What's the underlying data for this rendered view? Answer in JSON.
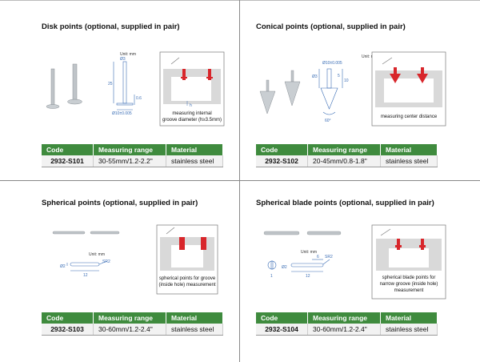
{
  "table_headers": {
    "code": "Code",
    "range": "Measuring range",
    "material": "Material"
  },
  "disk": {
    "title": "Disk points (optional, supplied in pair)",
    "unit": "Unit: mm",
    "dims": {
      "d3": "Ø3",
      "l25": "25",
      "d6": "0.6",
      "d10": "Ø10±0.005",
      "h": "h"
    },
    "caption": [
      "measuring internal",
      "groove diameter (h≥3.5mm)"
    ],
    "row": {
      "code": "2932-S101",
      "range": "30-55mm/1.2-2.2\"",
      "material": "stainless steel"
    }
  },
  "conical": {
    "title": "Conical points (optional, supplied in pair)",
    "unit": "Unit: mm",
    "dims": {
      "d10": "Ø10±0.005",
      "d3": "Ø3",
      "l5": "5",
      "l10": "10",
      "angle": "60°"
    },
    "caption": [
      "measuring center distance"
    ],
    "row": {
      "code": "2932-S102",
      "range": "20-45mm/0.8-1.8\"",
      "material": "stainless steel"
    }
  },
  "spherical": {
    "title": "Spherical points (optional, supplied in pair)",
    "unit": "Unit: mm",
    "dims": {
      "d2": "Ø2",
      "l12": "12",
      "sr": "SR2"
    },
    "caption": [
      "spherical points for groove",
      "(inside hole) measurement"
    ],
    "row": {
      "code": "2932-S103",
      "range": "30-60mm/1.2-2.4\"",
      "material": "stainless steel"
    }
  },
  "blade": {
    "title": "Spherical blade points (optional, supplied in pair)",
    "unit": "Unit: mm",
    "dims": {
      "d2": "Ø2",
      "l6": "6",
      "l12": "12",
      "sr": "SR2",
      "t1": "1"
    },
    "caption": [
      "spherical blade points for",
      "narrow groove (inside hole)",
      "measurement"
    ],
    "row": {
      "code": "2932-S104",
      "range": "30-60mm/1.2-2.4\"",
      "material": "stainless steel"
    }
  }
}
